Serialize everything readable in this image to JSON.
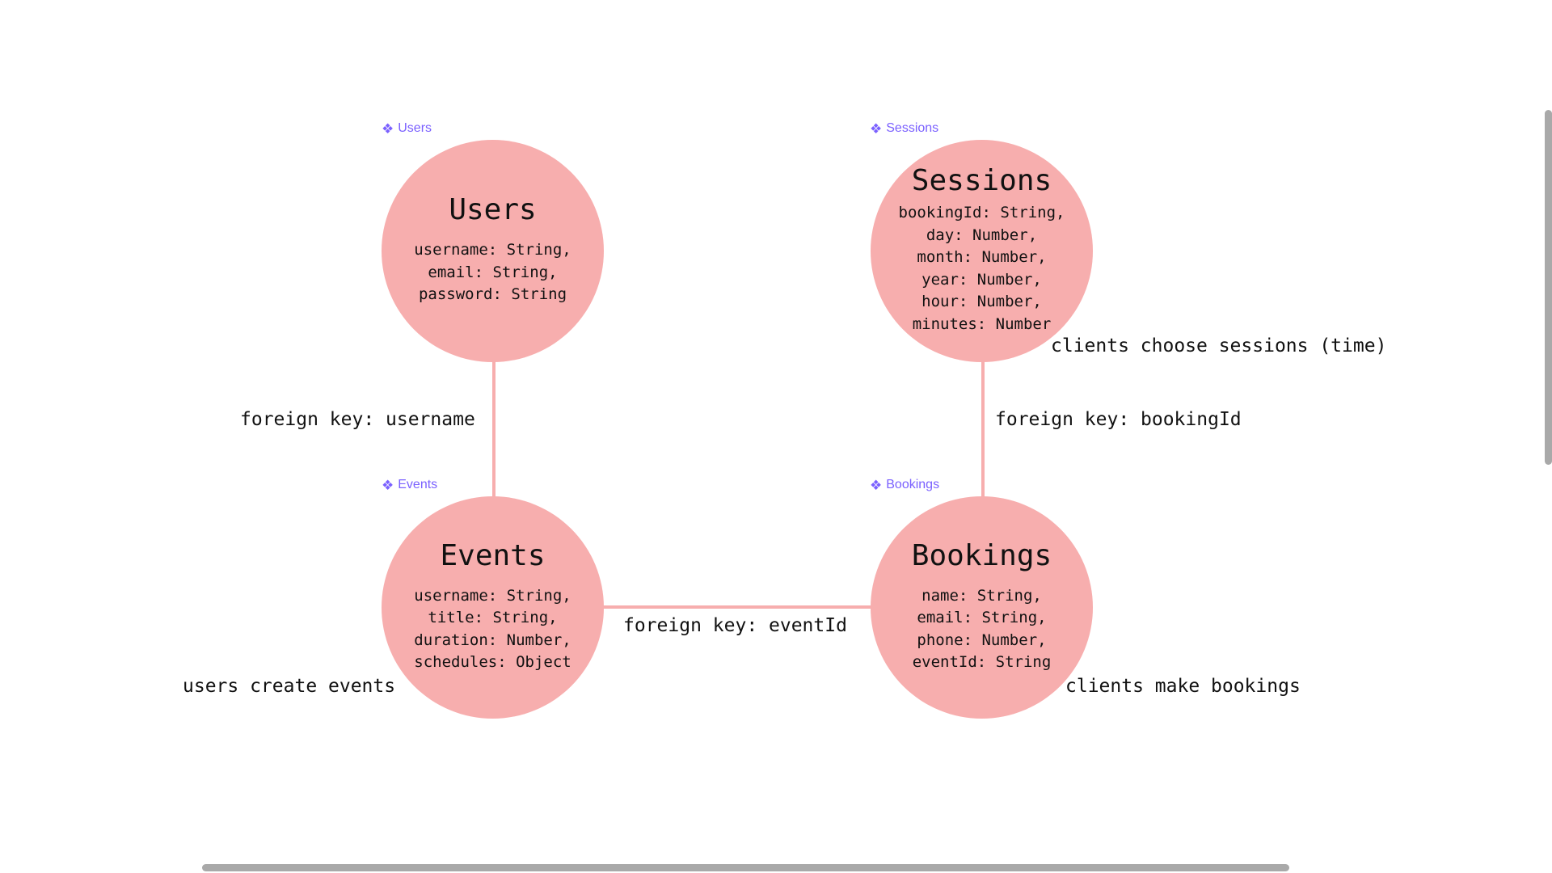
{
  "entities": [
    {
      "id": "users",
      "tag_label": "Users",
      "tag_icon": "component-icon",
      "title": "Users",
      "fields": [
        "username: String,",
        "email: String,",
        "password: String"
      ]
    },
    {
      "id": "sessions",
      "tag_label": "Sessions",
      "tag_icon": "component-icon",
      "title": "Sessions",
      "fields": [
        "bookingId: String,",
        "day: Number,",
        "month: Number,",
        "year: Number,",
        "hour: Number,",
        "minutes: Number"
      ]
    },
    {
      "id": "events",
      "tag_label": "Events",
      "tag_icon": "component-icon",
      "title": "Events",
      "fields": [
        "username: String,",
        "title: String,",
        "duration: Number,",
        "schedules: Object"
      ]
    },
    {
      "id": "bookings",
      "tag_label": "Bookings",
      "tag_icon": "component-icon",
      "title": "Bookings",
      "fields": [
        "name: String,",
        "email: String,",
        "phone: Number,",
        "eventId: String"
      ]
    }
  ],
  "relations": [
    {
      "from": "Users",
      "to": "Events",
      "label": "foreign key: username"
    },
    {
      "from": "Events",
      "to": "Bookings",
      "label": "foreign key: eventId"
    },
    {
      "from": "Sessions",
      "to": "Bookings",
      "label": "foreign key: bookingId"
    }
  ],
  "annotations": {
    "users_events": "users create events",
    "clients_bookings": "clients make bookings",
    "clients_sessions": "clients choose sessions (time)"
  },
  "colors": {
    "node_fill": "#f7aeae",
    "connector": "#f7aeae",
    "component_tag": "#7b61ff",
    "text": "#111111",
    "scrollbar": "#a9a9a9"
  }
}
